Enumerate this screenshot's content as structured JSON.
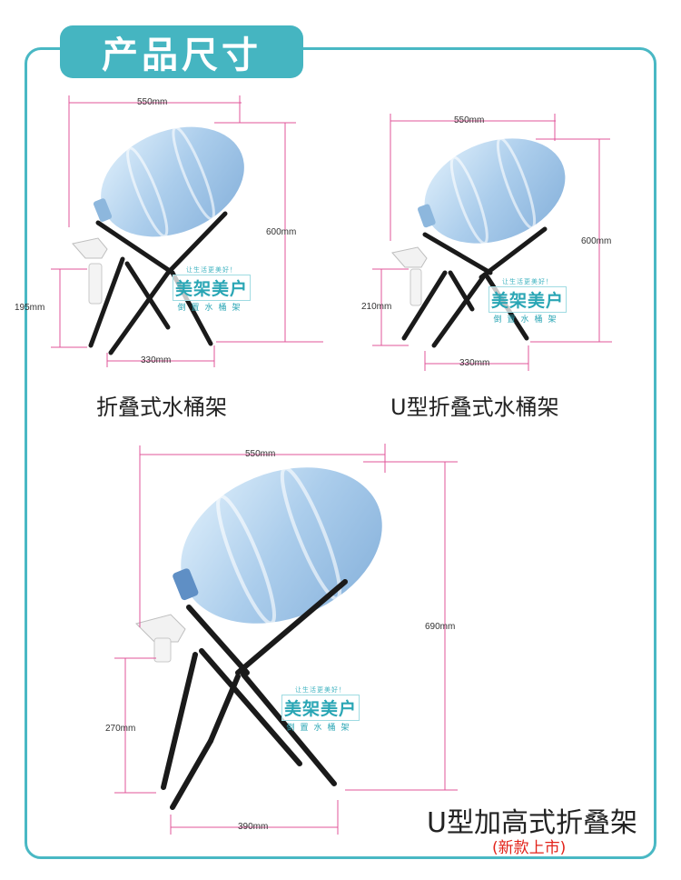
{
  "header": {
    "title": "产品尺寸"
  },
  "products": [
    {
      "caption": "折叠式水桶架",
      "subcaption": "",
      "dims": {
        "width": "550mm",
        "height": "600mm",
        "low": "195mm",
        "base": "330mm"
      }
    },
    {
      "caption": "U型折叠式水桶架",
      "subcaption": "",
      "dims": {
        "width": "550mm",
        "height": "600mm",
        "low": "210mm",
        "base": "330mm"
      }
    },
    {
      "caption": "U型加高式折叠架",
      "subcaption": "(新款上市)",
      "dims": {
        "width": "550mm",
        "height": "690mm",
        "low": "270mm",
        "base": "390mm"
      }
    }
  ],
  "logo": {
    "tagline": "让生活更美好！",
    "brand": "美架美户",
    "sub": "倒置水桶架"
  },
  "colors": {
    "accent": "#45b5c1",
    "dimension_line": "#e0549a",
    "subcaption": "#e2231a"
  }
}
